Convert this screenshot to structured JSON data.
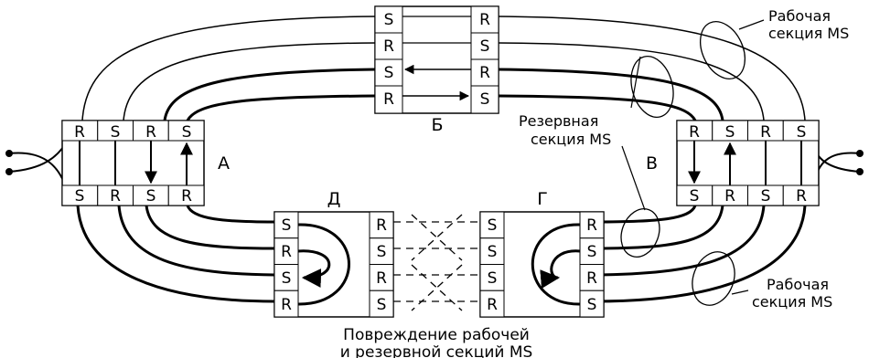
{
  "nodes": {
    "a": {
      "label": "А",
      "top_ports": [
        "R",
        "S",
        "R",
        "S"
      ],
      "bottom_ports": [
        "S",
        "R",
        "S",
        "R"
      ]
    },
    "b": {
      "label": "Б",
      "left_ports": [
        "S",
        "R",
        "S",
        "R"
      ],
      "right_ports": [
        "R",
        "S",
        "R",
        "S"
      ]
    },
    "v": {
      "label": "В",
      "top_ports": [
        "R",
        "S",
        "R",
        "S"
      ],
      "bottom_ports": [
        "S",
        "R",
        "S",
        "R"
      ]
    },
    "g": {
      "label": "Г",
      "left_ports": [
        "S",
        "S",
        "S",
        "R"
      ],
      "right_ports": [
        "R",
        "S",
        "R",
        "S"
      ]
    },
    "d": {
      "label": "Д",
      "left_ports": [
        "S",
        "R",
        "S",
        "R"
      ],
      "right_ports": [
        "R",
        "S",
        "R",
        "S"
      ]
    }
  },
  "annotations": {
    "working_top": [
      "Рабочая",
      "секция MS"
    ],
    "reserve": [
      "Резервная",
      "секция MS"
    ],
    "working_bottom": [
      "Рабочая",
      "секция MS"
    ]
  },
  "caption": {
    "line1": "Повреждение рабочей",
    "line2": "и резервной секций MS"
  }
}
